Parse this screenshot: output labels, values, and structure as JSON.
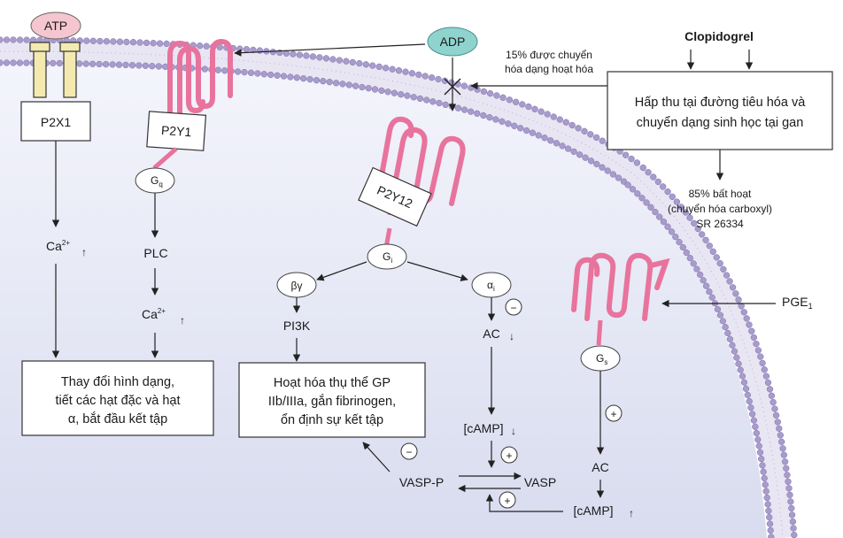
{
  "molecules": {
    "atp": "ATP",
    "adp": "ADP",
    "clopidogrel": "Clopidogrel",
    "pge1": "PGE",
    "pge1_sub": "1"
  },
  "receptors": {
    "p2x1": "P2X1",
    "p2y1": "P2Y1",
    "p2y12": "P2Y12"
  },
  "gproteins": {
    "gq": "G",
    "gq_sub": "q",
    "gi": "G",
    "gi_sub": "i",
    "gs": "G",
    "gs_sub": "s",
    "alpha_i": "α",
    "alpha_i_sub": "i",
    "beta_gamma": "βγ"
  },
  "signals": {
    "ca_left": "Ca",
    "ca_left_sup": "2+",
    "plc": "PLC",
    "ca_mid": "Ca",
    "ca_mid_sup": "2+",
    "pi3k": "PI3K",
    "ac_inhib": "AC",
    "camp_down": "[cAMP]",
    "vasp_p": "VASP-P",
    "vasp": "VASP",
    "ac_right": "AC",
    "camp_up": "[cAMP]",
    "up_arrow": "↑",
    "down_arrow": "↓",
    "plus": "+",
    "minus": "−"
  },
  "notes": {
    "active_15_line1": "15% được chuyển",
    "active_15_line2": "hóa dạng hoạt hóa",
    "inactive_85_line1": "85% bất hoạt",
    "inactive_85_line2": "(chuyển hóa carboxyl)",
    "inactive_85_line3": "SR 26334"
  },
  "boxes": {
    "absorption_line1": "Hấp thu tại đường tiêu hóa và",
    "absorption_line2": "chuyển dạng sinh học tại gan",
    "shape_change_line1": "Thay đổi hình dạng,",
    "shape_change_line2": "tiết các hạt đặc và hạt",
    "shape_change_line3": "α, bắt đầu kết tập",
    "gp_activation_line1": "Hoạt hóa thụ thể GP",
    "gp_activation_line2": "IIb/IIIa, gắn fibrinogen,",
    "gp_activation_line3": "ổn định sự kết tập"
  },
  "colors": {
    "membrane_head": "#a89ccc",
    "membrane_head_edge": "#7a6fa8",
    "cytoplasm_top": "#f2f3fb",
    "cytoplasm_bottom": "#dde0f1",
    "receptor_pink": "#e8739c",
    "atp_fill": "#f5c6cf",
    "adp_fill": "#8fd3cf",
    "channel_fill": "#f4eab0"
  }
}
